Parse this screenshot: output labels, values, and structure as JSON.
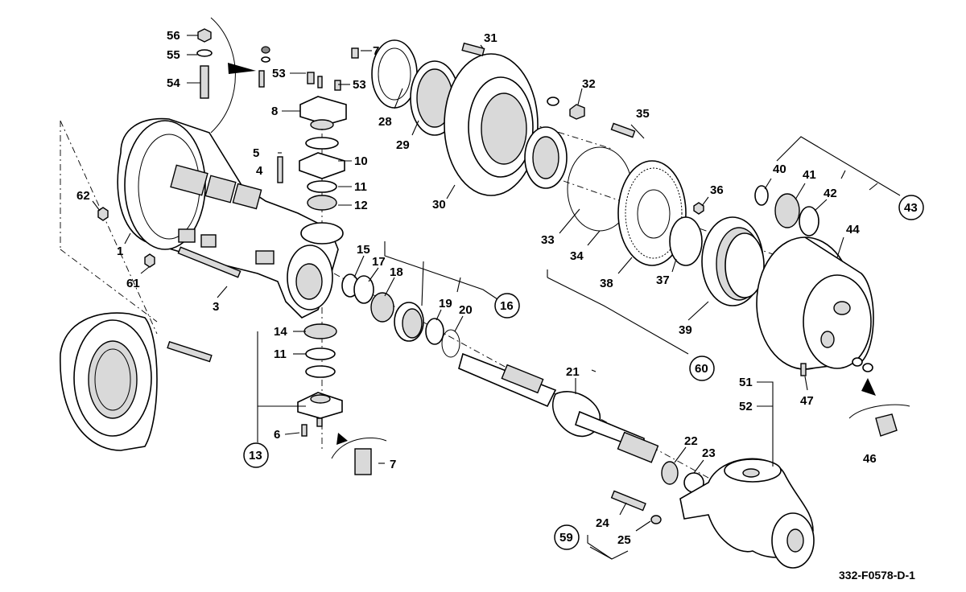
{
  "diagram": {
    "drawing_code": "332-F0578-D-1",
    "part_labels": [
      "56",
      "55",
      "54",
      "7",
      "53",
      "53",
      "8",
      "28",
      "29",
      "30",
      "31",
      "32",
      "5",
      "4",
      "10",
      "11",
      "12",
      "62",
      "1",
      "61",
      "3",
      "15",
      "17",
      "18",
      "16",
      "19",
      "20",
      "14",
      "11",
      "13",
      "6",
      "7",
      "21",
      "22",
      "23",
      "24",
      "25",
      "59",
      "33",
      "34",
      "35",
      "36",
      "38",
      "37",
      "39",
      "60",
      "40",
      "41",
      "42",
      "43",
      "44",
      "47",
      "46",
      "51",
      "52"
    ]
  }
}
